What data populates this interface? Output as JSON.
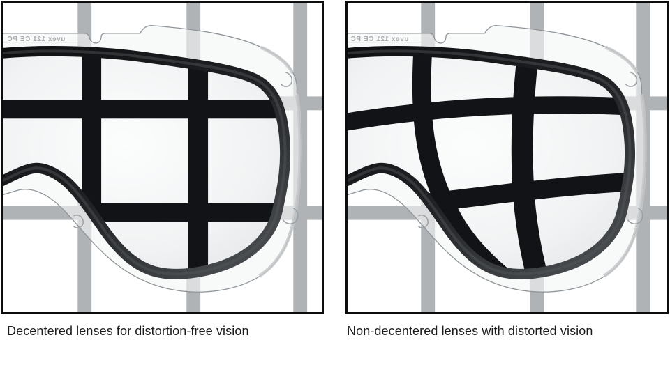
{
  "figure": {
    "panels": [
      {
        "caption": "Decentered lenses for distortion-free vision",
        "lens_marking": "uvex 121 CE PC"
      },
      {
        "caption": "Non-decentered lenses with distorted vision",
        "lens_marking": "uvex 121 CE PC"
      }
    ]
  },
  "colors": {
    "page_background": "#ffffff",
    "panel_border": "#0d0d0d",
    "grid_gray": "#b0b3b5",
    "grid_black": "#121316",
    "caption_text": "#1b1b1b",
    "lens_marking_text": "#a9aeb1",
    "frame_band_dark": "#0d0e10",
    "frame_band_light": "#4b4e52",
    "flange_outline": "#8e9499"
  }
}
